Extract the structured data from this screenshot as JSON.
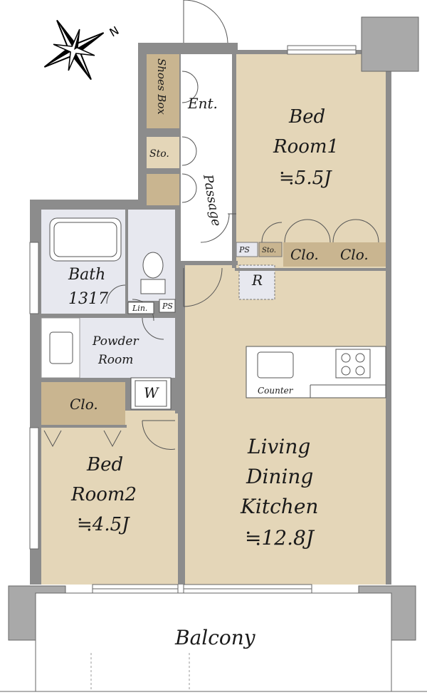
{
  "compass": {
    "north_label": "N"
  },
  "rooms": {
    "shoes_box": "Shoes Box",
    "entrance": "Ent.",
    "storage_entry": "Sto.",
    "passage": "Passage",
    "bedroom1_name_1": "Bed",
    "bedroom1_name_2": "Room1",
    "bedroom1_size": "≒5.5J",
    "ps_upper": "PS",
    "storage_upper": "Sto.",
    "closet_b1_left": "Clo.",
    "closet_b1_right": "Clo.",
    "refrigerator": "R",
    "bath_name": "Bath",
    "bath_size": "1317",
    "linen": "Lin.",
    "ps_lower": "PS",
    "powder_room_1": "Powder",
    "powder_room_2": "Room",
    "washer": "W",
    "counter": "Counter",
    "closet_b2": "Clo.",
    "bedroom2_name_1": "Bed",
    "bedroom2_name_2": "Room2",
    "bedroom2_size": "≒4.5J",
    "ldk_1": "Living",
    "ldk_2": "Dining",
    "ldk_3": "Kitchen",
    "ldk_size": "≒12.8J",
    "balcony": "Balcony"
  },
  "colors": {
    "floor_tan": "#e4d6b8",
    "wet_area": "#e7e8ef",
    "storage": "#c9b590",
    "wall": "#8c8c8c",
    "pillar": "#a9a9a9"
  }
}
